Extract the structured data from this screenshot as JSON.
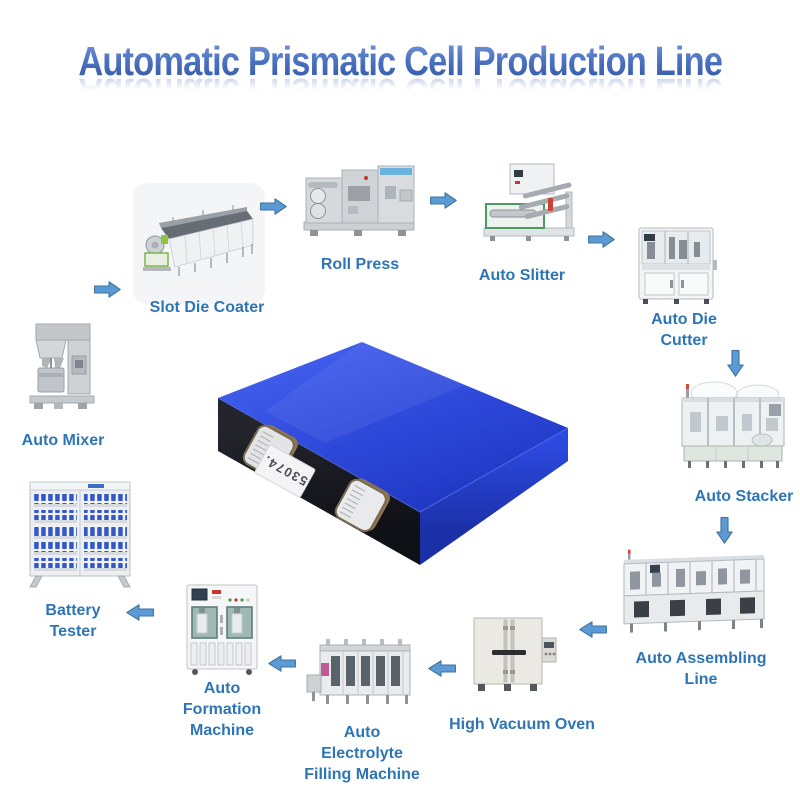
{
  "title": "Automatic Prismatic Cell Production Line",
  "battery": {
    "serial": "53074."
  },
  "labels": {
    "auto_mixer": "Auto Mixer",
    "slot_die_coater": "Slot Die Coater",
    "roll_press": "Roll Press",
    "auto_slitter": "Auto Slitter",
    "auto_die_cutter": "Auto Die\nCutter",
    "auto_stacker": "Auto Stacker",
    "auto_assembling_line": "Auto Assembling\nLine",
    "high_vacuum_oven": "High Vacuum Oven",
    "auto_electrolyte_filling_machine": "Auto\nElectrolyte\nFilling Machine",
    "auto_formation_machine": "Auto\nFormation\nMachine",
    "battery_tester": "Battery\nTester"
  },
  "flow": [
    {
      "from": "Auto Mixer",
      "to": "Slot Die Coater",
      "direction": "right"
    },
    {
      "from": "Slot Die Coater",
      "to": "Roll Press",
      "direction": "right"
    },
    {
      "from": "Roll Press",
      "to": "Auto Slitter",
      "direction": "right"
    },
    {
      "from": "Auto Slitter",
      "to": "Auto Die Cutter",
      "direction": "right"
    },
    {
      "from": "Auto Die Cutter",
      "to": "Auto Stacker",
      "direction": "down"
    },
    {
      "from": "Auto Stacker",
      "to": "Auto Assembling Line",
      "direction": "down"
    },
    {
      "from": "Auto Assembling Line",
      "to": "High Vacuum Oven",
      "direction": "left"
    },
    {
      "from": "High Vacuum Oven",
      "to": "Auto Electrolyte Filling Machine",
      "direction": "left"
    },
    {
      "from": "Auto Electrolyte Filling Machine",
      "to": "Auto Formation Machine",
      "direction": "left"
    },
    {
      "from": "Auto Formation Machine",
      "to": "Battery Tester",
      "direction": "left"
    }
  ],
  "colors": {
    "title_gradient_top": "#7d9bd9",
    "title_gradient_bottom": "#30549f",
    "label_blue": "#2e75b6",
    "arrow_fill": "#5b9bd5",
    "arrow_border": "#41719c",
    "battery_top_blue": "#2c49dd",
    "battery_side_blue": "#1f37c0",
    "battery_front_dark": "#191b22"
  }
}
